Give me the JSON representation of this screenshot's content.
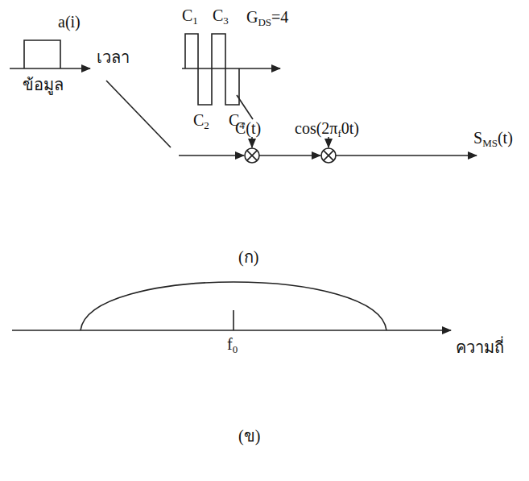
{
  "diagram": {
    "labels": [
      "a(i)",
      "เวลา",
      "ข้อมูล",
      "C1",
      "C3",
      "GDS=4",
      "C2",
      "C4",
      "C(t)",
      "cos(2πf0t)",
      "SMS(t)",
      "(ก)",
      "f0",
      "ความถี่",
      "(ข)"
    ]
  }
}
